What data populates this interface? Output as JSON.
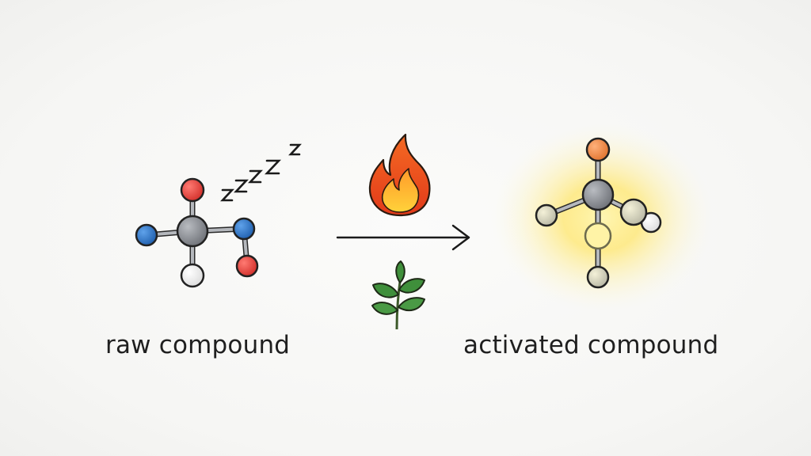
{
  "labels": {
    "raw": "raw compound",
    "activated": "activated compound"
  },
  "icons": {
    "sleep": "sleep-zzz-icon",
    "heat": "flame-icon",
    "plant": "plant-sprig-icon",
    "arrow": "arrow-right"
  },
  "colors": {
    "atom_carbon": "#8a8d93",
    "atom_oxygen": "#e0443e",
    "atom_nitrogen": "#2e73c4",
    "atom_hydrogen": "#f2f2f2",
    "atom_orange": "#f08a4b",
    "glow": "#ffe66b",
    "leaf": "#3f8f3b"
  }
}
